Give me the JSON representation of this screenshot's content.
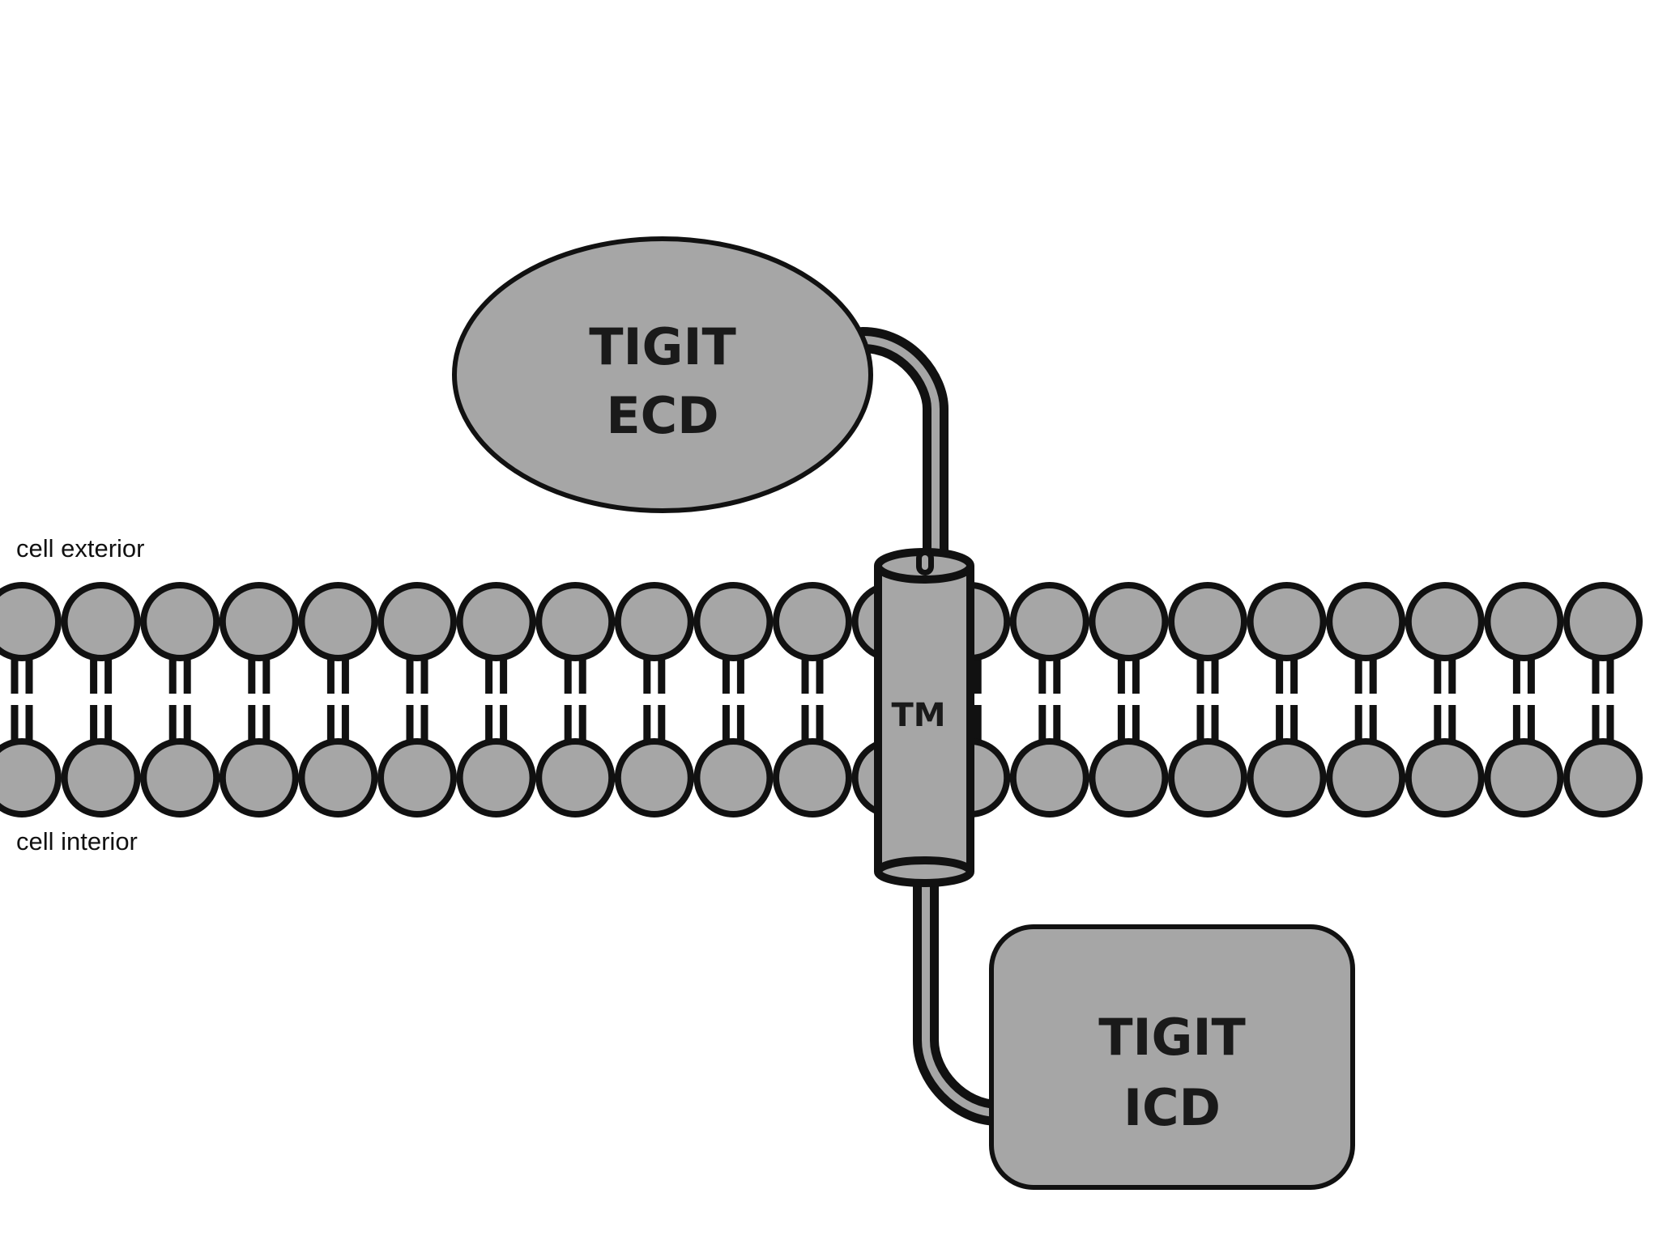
{
  "diagram": {
    "side_labels": {
      "exterior": "cell exterior",
      "interior": "cell interior"
    },
    "ecd": {
      "line1": "TIGIT",
      "line2": "ECD"
    },
    "tm": {
      "label": "TM"
    },
    "icd": {
      "line1": "TIGIT",
      "line2": "ICD"
    }
  },
  "colors": {
    "fill": "#a6a6a6",
    "stroke": "#111111",
    "background": "#ffffff"
  }
}
